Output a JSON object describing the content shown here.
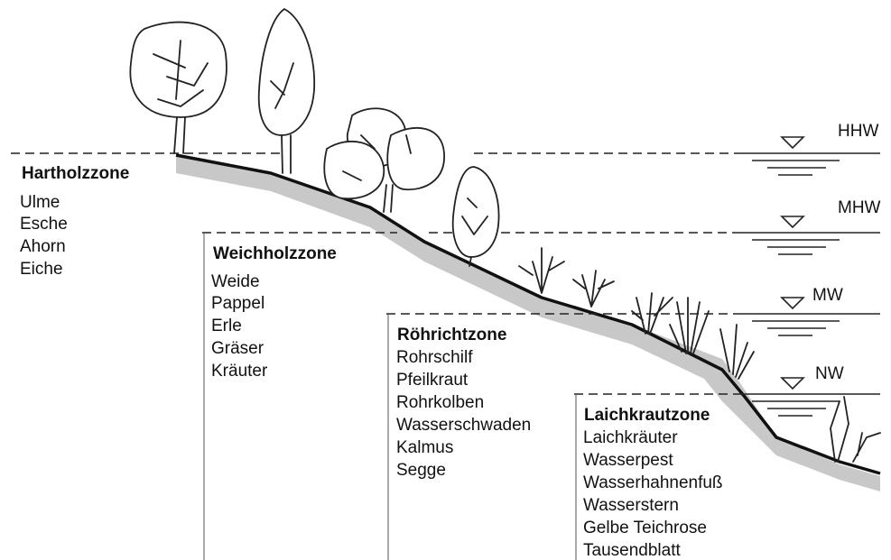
{
  "water_levels": [
    {
      "label": "HHW"
    },
    {
      "label": "MHW"
    },
    {
      "label": "MW"
    },
    {
      "label": "NW"
    }
  ],
  "zones": [
    {
      "title": "Hartholzzone",
      "items": [
        "Ulme",
        "Esche",
        "Ahorn",
        "Eiche"
      ]
    },
    {
      "title": "Weichholzzone",
      "items": [
        "Weide",
        "Pappel",
        "Erle",
        "Gräser",
        "Kräuter"
      ]
    },
    {
      "title": "Röhrichtzone",
      "items": [
        "Rohrschilf",
        "Pfeilkraut",
        "Rohrkolben",
        "Wasserschwaden",
        "Kalmus",
        "Segge"
      ]
    },
    {
      "title": "Laichkrautzone",
      "items": [
        "Laichkräuter",
        "Wasserpest",
        "Wasserhahnenfuß",
        "Wasserstern",
        "Gelbe Teichrose",
        "Tausendblatt"
      ]
    }
  ],
  "colors": {
    "ink": "#222222",
    "bank_shadow": "#c8c8c8"
  }
}
